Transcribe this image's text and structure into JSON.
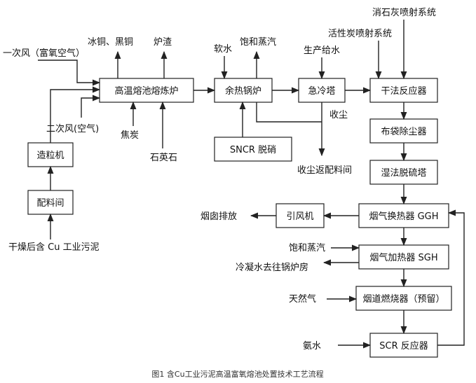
{
  "boxes": {
    "furnace": "高温熔池熔炼炉",
    "boiler": "余热锅炉",
    "quench": "急冷塔",
    "dry_reactor": "干法反应器",
    "baghouse": "布袋除尘器",
    "wet_fgd": "湿法脱硫塔",
    "ggh": "烟气换热器 GGH",
    "fan": "引风机",
    "sgh": "烟气加热器 SGH",
    "burner": "烟道燃烧器（预留）",
    "scr": "SCR 反应器",
    "sncr": "SNCR 脱硝",
    "pelletizer": "造粒机",
    "batching": "配料间"
  },
  "labels": {
    "primary_air": "一次风（富氧空气）",
    "secondary_air": "二次风(空气)",
    "ice_copper": "冰铜、黑铜",
    "slag": "炉渣",
    "coke": "焦炭",
    "quartz": "石英石",
    "soft_water": "软水",
    "sat_steam_top": "饱和蒸汽",
    "prod_water": "生产给水",
    "carbon_inj": "活性炭喷射系统",
    "lime_inj": "消石灰喷射系统",
    "dust": "收尘",
    "dust_return": "收尘返配料间",
    "stack": "烟囱排放",
    "sat_steam_sgh": "饱和蒸汽",
    "condensate": "冷凝水去往锅炉房",
    "natural_gas": "天然气",
    "ammonia": "氨水",
    "sludge": "干燥后含 Cu 工业污泥"
  },
  "caption": "图1 含Cu工业污泥高温富氧熔池处置技术工艺流程"
}
